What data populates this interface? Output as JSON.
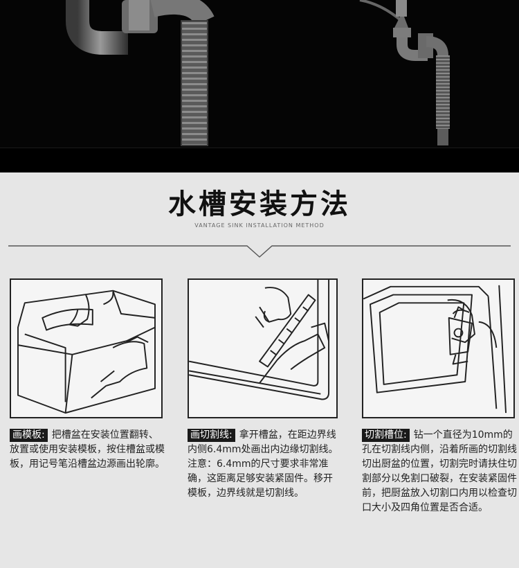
{
  "heading": {
    "title": "水槽安装方法",
    "subtitle": "VANTAGE SINK INSTALLATION METHOD"
  },
  "steps": [
    {
      "tag": "画模板:",
      "text": "把槽盆在安装位置翻转、放置或使用安装模板，按住槽盆或模板，用记号笔沿槽盆边源画出轮廓。"
    },
    {
      "tag": "画切割线:",
      "text": "拿开槽盆，在距边界线内侧6.4mm处画出内边缘切割线。注意：6.4mm的尺寸要求非常准确，这距离足够安装紧固件。移开模板，边界线就是切割线。"
    },
    {
      "tag": "切割槽位:",
      "text": "钻一个直径为10mm的孔在切割线内侧，沿着所画的切割线切出厨盆的位置，切割完时请扶住切割部分以免割口破裂，在安装紧固件前，把厨盆放入切割口内用以检查切口大小及四角位置是否合适。"
    }
  ]
}
